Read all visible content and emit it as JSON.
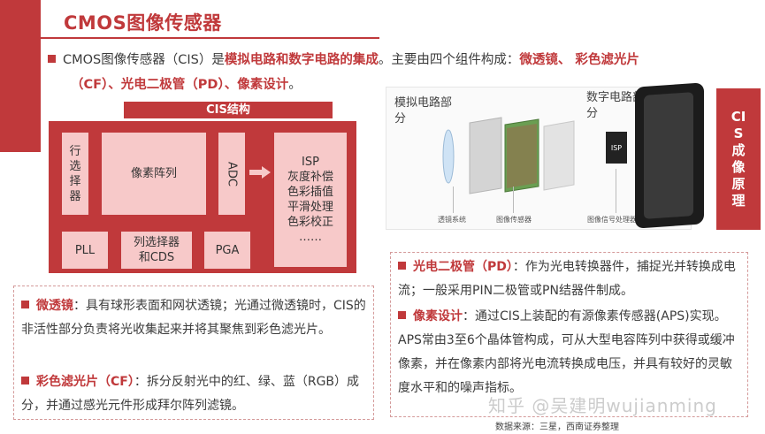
{
  "title": "CMOS图像传感器",
  "intro": {
    "p1": "CMOS图像传感器（CIS）是",
    "b1": "模拟电路和数字电路的集成",
    "p2": "。主要由四个组件构成：",
    "b2": "微透镜、 彩色滤光片",
    "b3": "（CF）、光电二极管（PD）、像素设计",
    "p3": "。"
  },
  "cis": {
    "label": "CIS结构",
    "row_select": "行选择器",
    "pixel_array": "像素阵列",
    "adc": "ADC",
    "isp": [
      "ISP",
      "灰度补偿",
      "色彩插值",
      "平滑处理",
      "色彩校正",
      "……"
    ],
    "pll": "PLL",
    "col_select": "列选择器和CDS",
    "pga": "PGA"
  },
  "photo": {
    "analog": "模拟电路部分",
    "digital": "数字电路部分",
    "cap_lens": "透镜系统",
    "cap_sensor": "图像传感器",
    "cap_isp": "图像信号处理器",
    "isp_chip": "ISP"
  },
  "side_tab": "CIS成像原理",
  "right_box": {
    "pd_title": "光电二极管（PD）",
    "pd_text": "：作为光电转换器件，捕捉光并转换成电流；一般采用PIN二极管或PN结器件制成。",
    "pixel_title": "像素设计",
    "pixel_text": "：通过CIS上装配的有源像素传感器(APS)实现。APS常由3至6个晶体管构成，可从大型电容阵列中获得或缓冲像素，并在像素内部将光电流转换成电压，并具有较好的灵敏度水平和的噪声指标。"
  },
  "left_box": {
    "ml_title": "微透镜",
    "ml_text": "：具有球形表面和网状透镜；光通过微透镜时，CIS的非活性部分负责将光收集起来并将其聚焦到彩色滤光片。",
    "cf_title": "彩色滤光片（CF）",
    "cf_text": "：拆分反射光中的红、绿、蓝（RGB）成分，并通过感光元件形成拜尔阵列滤镜。"
  },
  "source": "数据来源：三星，西南证券整理",
  "watermark": "知乎 @吴建明wujianming",
  "colors": {
    "accent": "#c0393b",
    "block": "#f7c9c9"
  }
}
